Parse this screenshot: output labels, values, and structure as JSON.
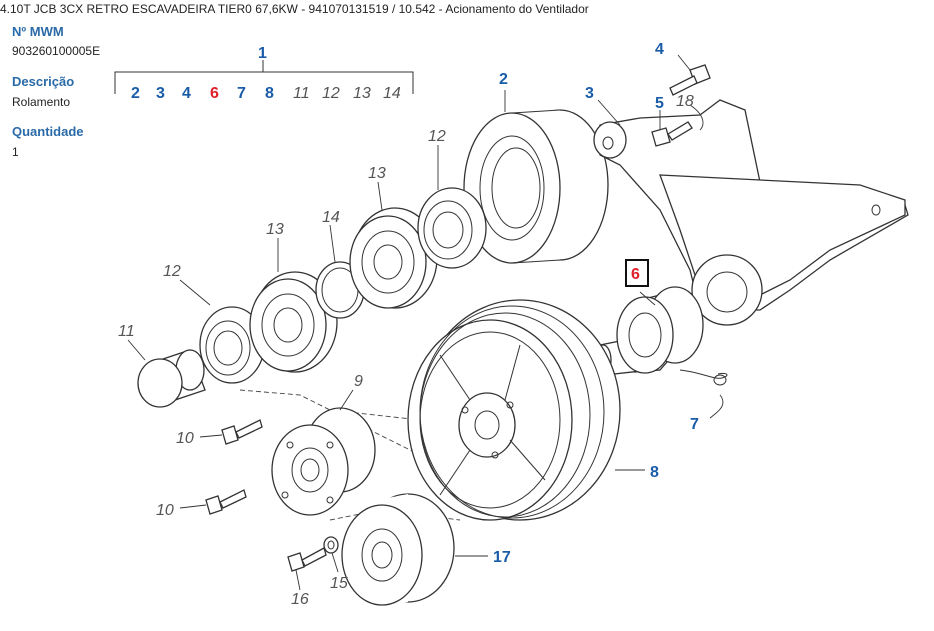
{
  "header": {
    "title": "4.10T JCB 3CX RETRO ESCAVADEIRA TIER0 67,6KW - 941070131519  /  10.542 - Acionamento do Ventilador"
  },
  "details": {
    "mwm_label": "Nº MWM",
    "mwm_value": "903260100005E",
    "description_label": "Descrição",
    "description_value": "Rolamento",
    "quantity_label": "Quantidade",
    "quantity_value": "1"
  },
  "diagram": {
    "group_label": "1",
    "group_items": [
      "2",
      "3",
      "4",
      "6",
      "7",
      "8",
      "11",
      "12",
      "13",
      "14"
    ],
    "callouts": {
      "c2": "2",
      "c3": "3",
      "c4": "4",
      "c5": "5",
      "c18": "18",
      "c6": "6",
      "c7": "7",
      "c8": "8",
      "c9": "9",
      "c10a": "10",
      "c10b": "10",
      "c11": "11",
      "c12a": "12",
      "c12b": "12",
      "c13a": "13",
      "c13b": "13",
      "c14": "14",
      "c15": "15",
      "c16": "16",
      "c17": "17"
    },
    "highlight_color": "#e0202a",
    "label_color": "#1a5ca8"
  }
}
